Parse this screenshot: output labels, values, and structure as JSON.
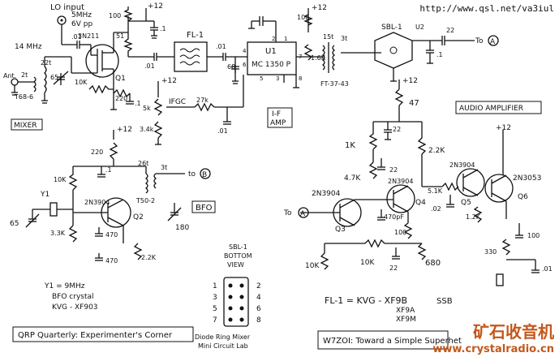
{
  "url_text": "http://www.qsl.net/va3iul",
  "watermark": {
    "cn": "矿石收音机",
    "url": "www.crystalradio.cn"
  },
  "mixer": {
    "lo_input": "LO input",
    "lo_level": "5MHz",
    "lo_vpp": "6V pp",
    "rf_freq": "14 MHz",
    "ant_label": "Ant.",
    "ant_turns": "2t",
    "toroid": "T68-6",
    "turns_22": "22t",
    "c65": "65",
    "q1_type": "3N211",
    "q1": "Q1",
    "r10k": "10K",
    "r220": "220",
    "r100": "100",
    "r51": "51",
    "c01": ".01",
    "c1": ".1",
    "section_label": "MIXER"
  },
  "filter": {
    "fl1": "FL-1",
    "plus12": "+12",
    "c01": ".01"
  },
  "ifamp": {
    "u1": "U1",
    "ic": "MC 1350 P",
    "r5k": "5k",
    "r3_4k": "3.4k",
    "ifgc": "IFGC",
    "r27k": "27k",
    "r16k": "1.6K",
    "pin1": "1",
    "pin2": "2",
    "pin3": "3",
    "pin4": "4",
    "pin5": "5",
    "pin6": "6",
    "pin7": "7",
    "pin8": "8",
    "c68": "68",
    "c01": ".01",
    "label": "I-F",
    "label2": "AMP",
    "toroid": "FT-37-43",
    "turns15": "15t",
    "turns3": "3t",
    "r100": "100",
    "plus12": "+12"
  },
  "sbl": {
    "label": "SBL-1",
    "u2": "U2",
    "c22": "22",
    "c1": ".1",
    "to_a": "To",
    "node_a": "A",
    "pins": [
      "1",
      "2",
      "3",
      "4",
      "5",
      "6",
      "7",
      "8"
    ]
  },
  "bfo": {
    "plus12": "+12",
    "r220": "220",
    "r10k": "10K",
    "c1": ".1",
    "y1": "Y1",
    "c65": "65",
    "q2_type": "2N3904",
    "q2": "Q2",
    "r3_3k": "3.3K",
    "c470a": "470",
    "c470b": "470",
    "r2_2k": "2.2K",
    "turns26": "26t",
    "turns3": "3t",
    "toroid": "T50-2",
    "c180": "180",
    "to_b": "to",
    "node_b": "B",
    "label": "BFO",
    "y1_note": "Y1 = 9MHz",
    "y1_note2": "BFO crystal",
    "y1_note3": "KVG - XF903"
  },
  "sbl_view": {
    "title1": "SBL-1",
    "title2": "BOTTOM",
    "title3": "VIEW",
    "left_pins": [
      "1",
      "3",
      "5",
      "7"
    ],
    "right_pins": [
      "2",
      "4",
      "6",
      "8"
    ],
    "caption1": "Diode Ring Mixer",
    "caption2": "Mini Circuit Lab"
  },
  "audio": {
    "title": "AUDIO AMPLIFIER",
    "plus12": "+12",
    "r47": "47",
    "c22a": "22",
    "r1k": "1K",
    "r4_7k": "4.7K",
    "c22b": "22",
    "r2_2k": "2.2K",
    "q3_type": "2N3904",
    "q3": "Q3",
    "q4_type": "2N3904",
    "q4": "Q4",
    "c470pf": "470pF",
    "r100a": "100",
    "r10k_a": "10K",
    "r10k_b": "10K",
    "c22c": "22",
    "r680": "680",
    "r5_1k": "5.1K",
    "c02": ".02",
    "q5_type": "2N3904",
    "q5": "Q5",
    "r1_2k": "1.2K",
    "q6_type": "2N3053",
    "q6": "Q6",
    "c100": "100",
    "r330": "330",
    "c01": ".01",
    "to_a": "To",
    "node_a": "A",
    "plus12b": "+12"
  },
  "notes": {
    "fl1_eq": "FL-1 = KVG - XF9B",
    "ssb": "SSB",
    "xf9a": "XF9A",
    "xf9m": "XF9M"
  },
  "footer": {
    "left": "QRP Quarterly: Experimenter's Corner",
    "right": "W7ZOI: Toward a Simple Superhet"
  }
}
